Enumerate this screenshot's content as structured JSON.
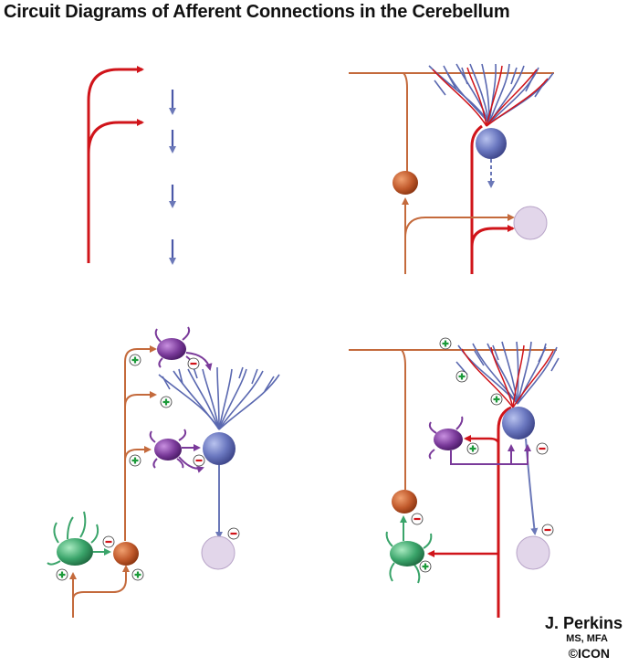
{
  "title": "Circuit Diagrams of Afferent Connections in the Cerebellum",
  "credit": {
    "name": "J. Perkins",
    "degree": "MS, MFA",
    "logo": "©ICON"
  },
  "colors": {
    "climbing_fiber": "#d0141a",
    "mossy_fiber": "#c46a3c",
    "purkinje": "#6b78b8",
    "granule": "#c15a2c",
    "inhibitory": "#7a3a9a",
    "golgi": "#3aa46a",
    "nucleus": "#e2d6ea",
    "excitatory_sign": "#1c9a3a",
    "inhibitory_sign": "#d0141a"
  },
  "icons": [
    "excitatory-plus-icon",
    "inhibitory-minus-icon"
  ]
}
